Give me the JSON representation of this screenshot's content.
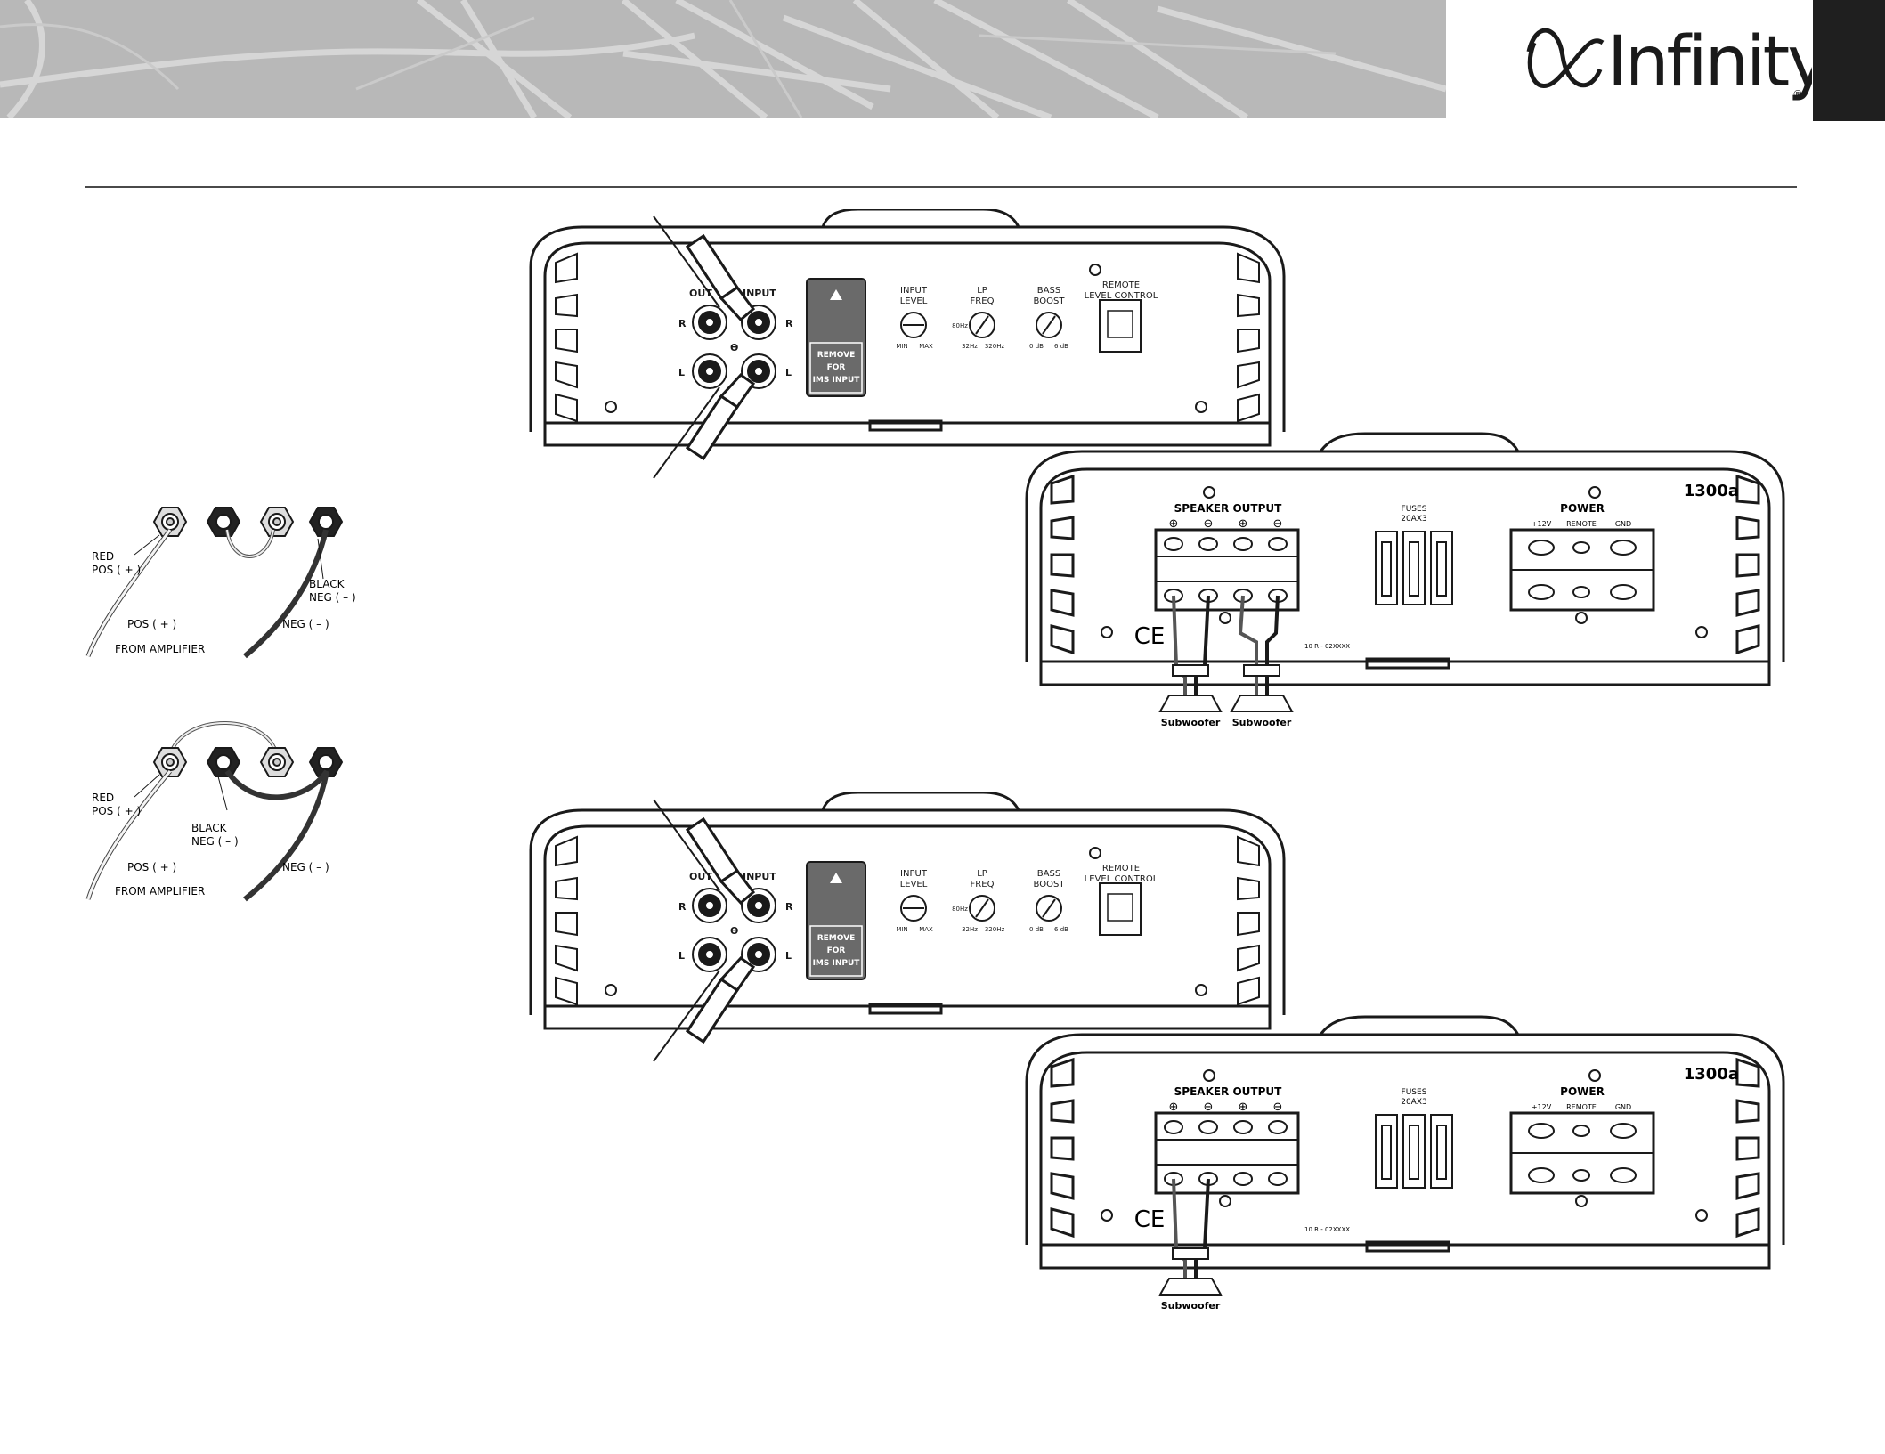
{
  "brand": {
    "name": "Infinity",
    "registered": "®"
  },
  "colors": {
    "banner_bg": "#b8b8b8",
    "banner_lines": "#d8d8d8",
    "tab": "#1f1f1f",
    "ink": "#1a1a1a"
  },
  "terminal_diagrams": [
    {
      "red_pos": [
        "RED",
        "POS ( + )"
      ],
      "black_neg": [
        "BLACK",
        "NEG ( – )"
      ],
      "pos_wire": "POS ( + )",
      "from_amp": "FROM AMPLIFIER",
      "neg_wire": "NEG ( – )"
    },
    {
      "red_pos": [
        "RED",
        "POS ( + )"
      ],
      "black_neg": [
        "BLACK",
        "NEG ( – )"
      ],
      "pos_wire": "POS ( + )",
      "from_amp": "FROM AMPLIFIER",
      "neg_wire": "NEG ( – )"
    }
  ],
  "amp_front": {
    "output": "OUT",
    "input": "INPUT",
    "r": "R",
    "l": "L",
    "theta": "ϴ",
    "remove": [
      "REMOVE",
      "FOR",
      "IMS INPUT"
    ],
    "input_level": [
      "INPUT",
      "LEVEL"
    ],
    "min": "MIN",
    "max": "MAX",
    "lp_freq": [
      "LP",
      "FREQ"
    ],
    "freq_low": "80Hz",
    "freq_a": "32Hz",
    "freq_b": "320Hz",
    "bass_boost": [
      "BASS",
      "BOOST"
    ],
    "boost_min": "0 dB",
    "boost_max": "6 dB",
    "remote": [
      "REMOTE",
      "LEVEL CONTROL"
    ]
  },
  "amp_back": {
    "model": "1300a",
    "speaker_output": "SPEAKER OUTPUT",
    "polarity": [
      "⊕",
      "⊖",
      "⊕",
      "⊖"
    ],
    "fuses": [
      "FUSES",
      "20AX3"
    ],
    "power": "POWER",
    "power_labels": [
      "+12V",
      "REMOTE",
      "GND"
    ],
    "ce": "CE",
    "serial": "10 R - 02XXXX",
    "subwoofer": "Subwoofer"
  }
}
